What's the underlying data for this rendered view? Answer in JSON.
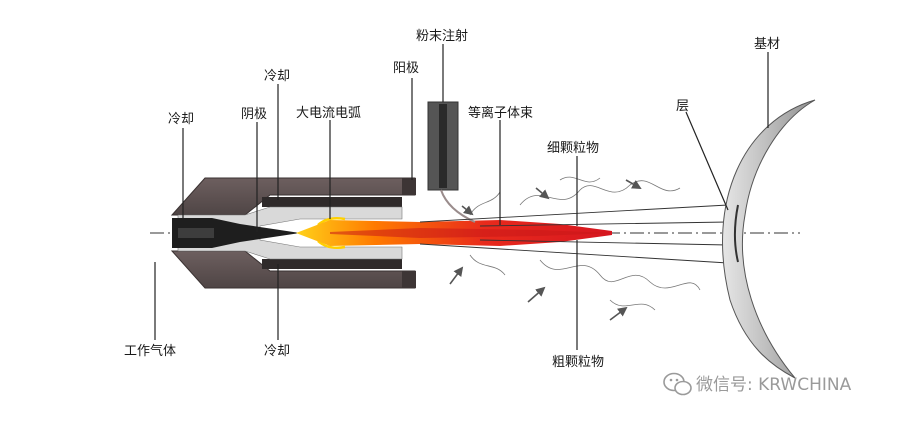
{
  "labels": {
    "cooling_left": "冷却",
    "cathode": "阴极",
    "cooling_top": "冷却",
    "arc": "大电流电弧",
    "anode": "阳极",
    "powder_injection": "粉末注射",
    "plasma_beam": "等离子体束",
    "fine_particles": "细颗粒物",
    "layer": "层",
    "substrate": "基材",
    "working_gas": "工作气体",
    "cooling_bottom": "冷却",
    "coarse_particles": "粗颗粒物"
  },
  "watermark": {
    "text": "微信号: KRWCHINA",
    "icon": "wechat-icon"
  },
  "colors": {
    "gun_body": "#5d5050",
    "gun_inner": "#4a4a4a",
    "plasma_core": "#e01818",
    "plasma_hot": "#ff8a00",
    "substrate_fill": "#b7b7b7",
    "line": "#222222"
  }
}
